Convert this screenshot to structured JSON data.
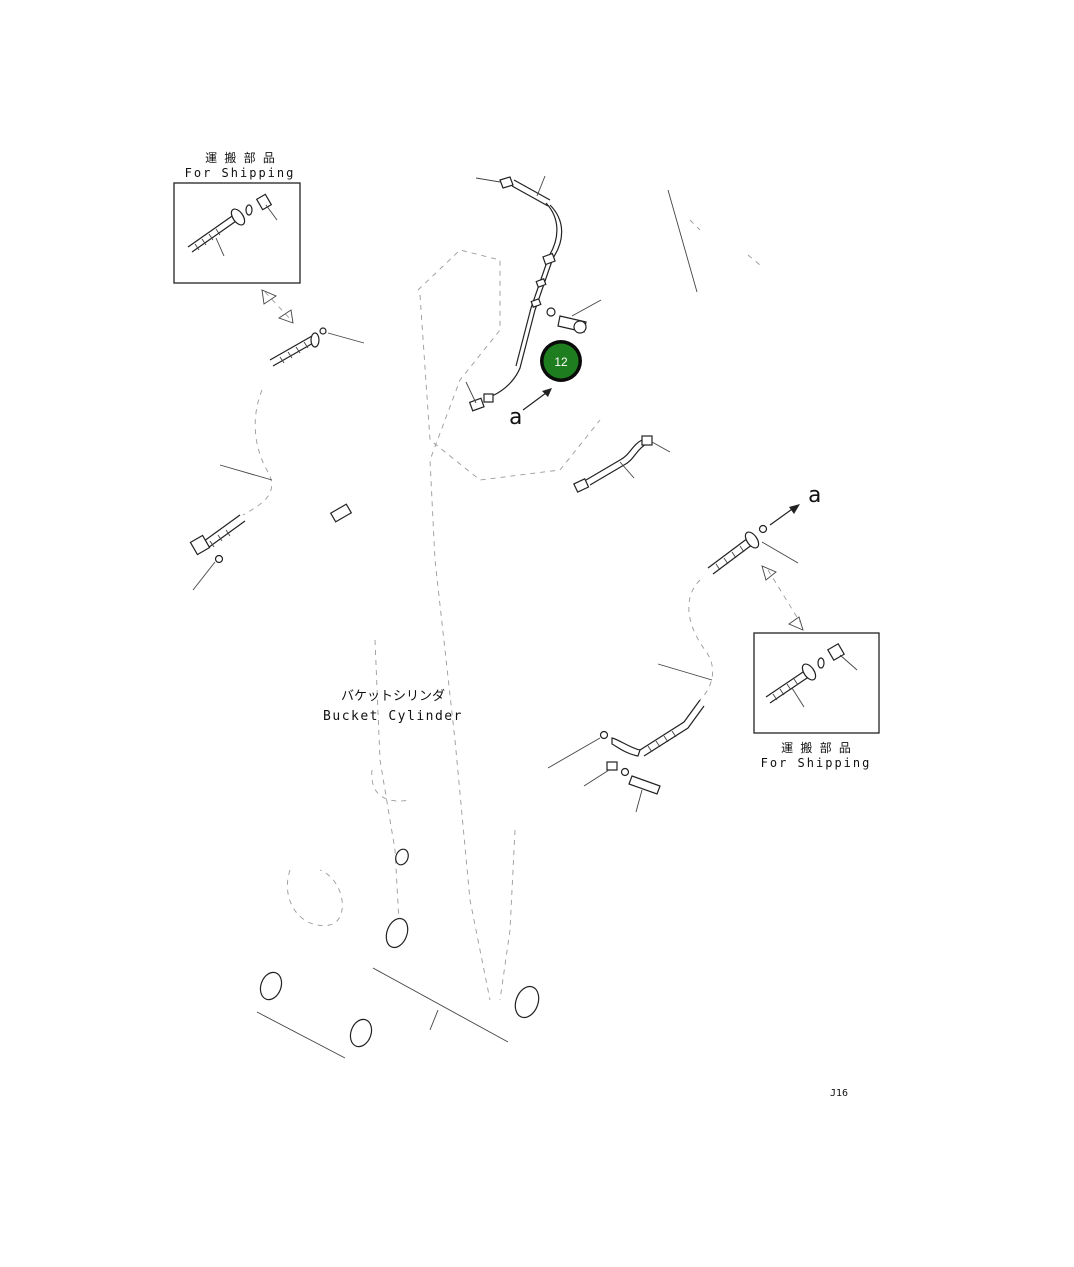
{
  "labels": {
    "shipping_jp": "運 搬 部 品",
    "shipping_en": "For Shipping",
    "cylinder_jp": "バケットシリンダ",
    "cylinder_en": "Bucket Cylinder",
    "view_a": "a",
    "page_code": "J16"
  },
  "callout": {
    "number": "12",
    "color": "#1e7d1e",
    "ring": "#0b0b0b"
  }
}
